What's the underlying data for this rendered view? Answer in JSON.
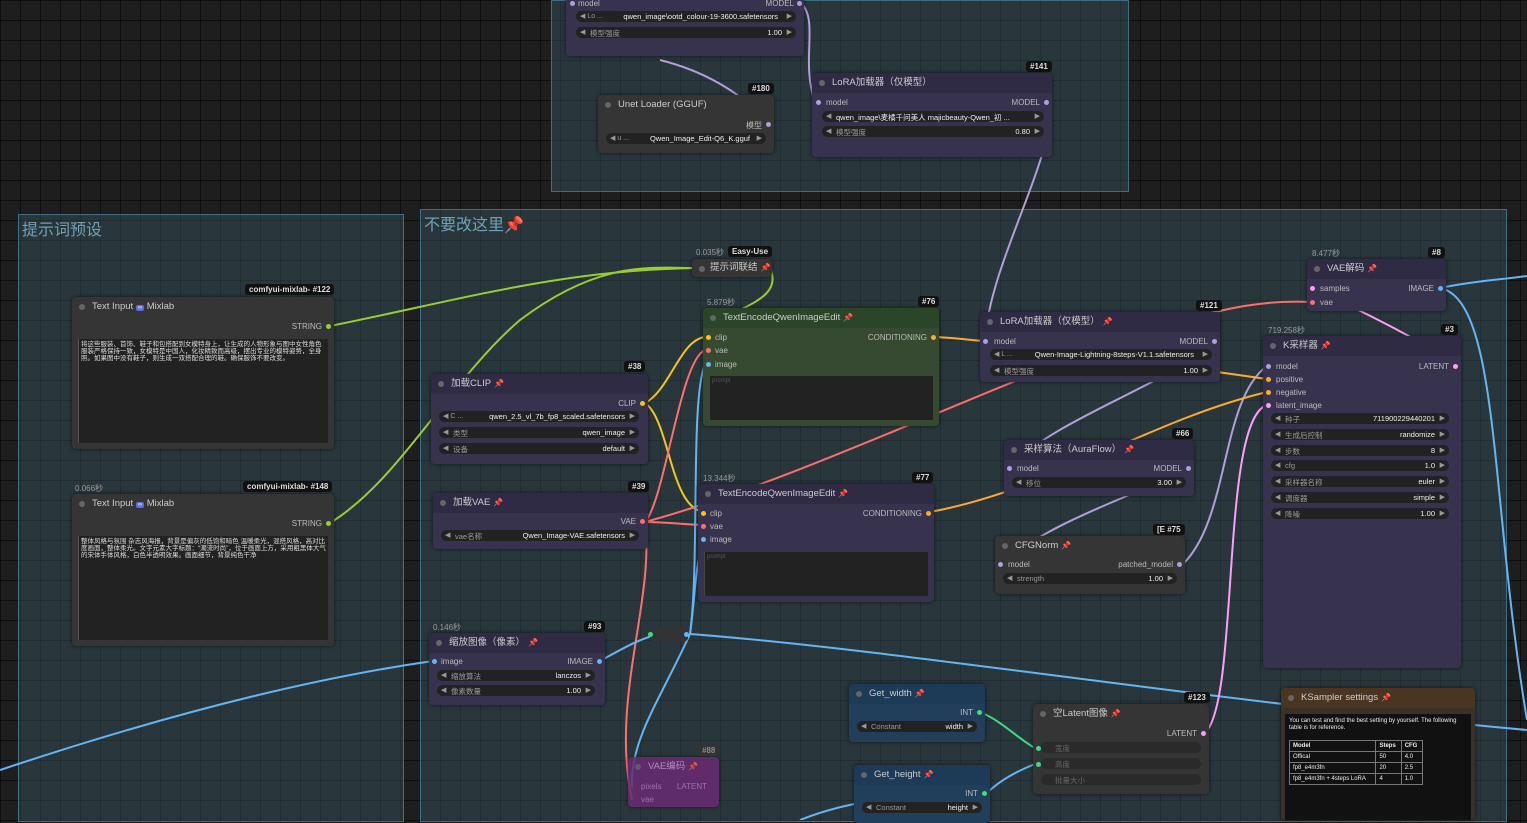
{
  "groups": {
    "prompt_presets": "提示词预设",
    "do_not_edit": "不要改这里📌"
  },
  "nodes": {
    "top": {
      "model_label": "model",
      "model_out": "MODEL",
      "lora_prefix": "◀ Lo ...",
      "lora_name": "qwen_image\\ootd_colour-19-3600.safetensors",
      "strength_label": "模型强度",
      "strength_value": "1.00"
    },
    "n180": {
      "id": "#180",
      "title": "Unet Loader (GGUF)",
      "out": "模型",
      "prefix": "◀ u ...",
      "value": "Qwen_Image_Edit-Q6_K.gguf"
    },
    "n141": {
      "id": "#141",
      "title": "LoRA加载器（仅模型）",
      "in": "model",
      "out": "MODEL",
      "lora": "qwen_image\\麦橘千问美人 majicbeauty-Qwen_初 ...",
      "strength_label": "模型强度",
      "strength_value": "0.80"
    },
    "n122": {
      "id": "#122",
      "tag": "comfyui-mixlab-",
      "title": "Text Input",
      "suffix": "Mixlab",
      "out": "STRING",
      "text": "将这些服装、首饰、鞋子和包搭配到女模特身上，让生成的人物形象与图中女性角色服装严格保持一致，女模特是中国人，化妆精致而高级，摆出专业的模特姿势，全身照。如果图中没有鞋子，则生成一双搭配合理的鞋。确保服饰不要改变。"
    },
    "n148": {
      "id": "#148",
      "tag": "comfyui-mixlab-",
      "time": "0.066秒",
      "title": "Text Input",
      "suffix": "Mixlab",
      "out": "STRING",
      "text": "整体风格与氛围 杂志风海报，背景是偏灰的低饱和暗色 温暖柔光，混搭风格，高对比度画面，整体柔光。文字元素大字标题：“潮流时尚”，位于画面上方，采用粗黑体大气的宋体手体风格，白色半透明效果。画面细节，背景纯色干净"
    },
    "n38": {
      "id": "#38",
      "title": "加载CLIP",
      "out": "CLIP",
      "clip_prefix": "◀ C ...",
      "clip_name": "qwen_2.5_vl_7b_fp8_scaled.safetensors",
      "type_label": "类型",
      "type_value": "qwen_image",
      "device_label": "设备",
      "device_value": "default"
    },
    "n39": {
      "id": "#39",
      "title": "加载VAE",
      "out": "VAE",
      "name_label": "vae名称",
      "name_value": "Qwen_Image-VAE.safetensors"
    },
    "n93": {
      "id": "#93",
      "time": "0.146秒",
      "title": "缩放图像（像素）",
      "in": "image",
      "out": "IMAGE",
      "method_label": "缩放算法",
      "method_value": "lanczos",
      "mp_label": "像素数量",
      "mp_value": "1.00"
    },
    "concat": {
      "time": "0.035秒",
      "tag": "Easy-Use",
      "title": "提示词联结"
    },
    "n76": {
      "id": "#76",
      "time": "5.879秒",
      "title": "TextEncodeQwenImageEdit",
      "in_clip": "clip",
      "in_vae": "vae",
      "in_image": "image",
      "out": "CONDITIONING",
      "prompt_ph": "prompt"
    },
    "n77": {
      "id": "#77",
      "time": "13.344秒",
      "title": "TextEncodeQwenImageEdit",
      "in_clip": "clip",
      "in_vae": "vae",
      "in_image": "image",
      "out": "CONDITIONING",
      "prompt_ph": "prompt"
    },
    "n121": {
      "id": "#121",
      "title": "LoRA加载器（仅模型）",
      "in": "model",
      "out": "MODEL",
      "lora_prefix": "◀ L ...",
      "lora": "Qwen-Image-Lightning-8steps-V1.1.safetensors",
      "strength_label": "模型强度",
      "strength_value": "1.00"
    },
    "n66": {
      "id": "#66",
      "title": "采样算法（AuraFlow）",
      "in": "model",
      "out": "MODEL",
      "shift_label": "移位",
      "shift_value": "3.00"
    },
    "n75": {
      "id": "#75",
      "title": "CFGNorm",
      "in": "model",
      "out": "patched_model",
      "str_label": "strength",
      "str_value": "1.00",
      "badge_prefix": "[E"
    },
    "n8": {
      "id": "#8",
      "time": "8.477秒",
      "title": "VAE解码",
      "in_samples": "samples",
      "in_vae": "vae",
      "out": "IMAGE"
    },
    "n3": {
      "id": "#3",
      "time": "719.258秒",
      "title": "K采样器",
      "in_model": "model",
      "in_pos": "positive",
      "in_neg": "negative",
      "in_lat": "latent_image",
      "out": "LATENT",
      "widgets": [
        {
          "label": "种子",
          "value": "711900229440201"
        },
        {
          "label": "生成后控制",
          "value": "randomize"
        },
        {
          "label": "步数",
          "value": "8"
        },
        {
          "label": "cfg",
          "value": "1.0"
        },
        {
          "label": "采样器名称",
          "value": "euler"
        },
        {
          "label": "调度器",
          "value": "simple"
        },
        {
          "label": "降噪",
          "value": "1.00"
        }
      ]
    },
    "getw": {
      "title": "Get_width",
      "out": "INT",
      "label": "Constant",
      "value": "width"
    },
    "geth": {
      "title": "Get_height",
      "out": "INT",
      "label": "Constant",
      "value": "height"
    },
    "n123": {
      "id": "#123",
      "title": "空Latent图像",
      "out": "LATENT",
      "w": "宽度",
      "h": "高度",
      "b": "批量大小"
    },
    "n88": {
      "id": "#88",
      "title": "VAE编码",
      "in_pixels": "pixels",
      "in_vae": "vae",
      "out": "LATENT"
    },
    "kss": {
      "title": "KSampler settings",
      "note": "You can test and find the best setting by yourself. The following table is for reference.",
      "headers": [
        "Model",
        "Steps",
        "CFG"
      ],
      "rows": [
        [
          "Offical",
          "50",
          "4.0"
        ],
        [
          "fp8_e4m3fn",
          "20",
          "2.5"
        ],
        [
          "fp8_e4m3fn + 4steps LoRA",
          "4",
          "1.0"
        ]
      ]
    }
  },
  "colors": {
    "clip": "#f5c518",
    "vae": "#ff6e6e",
    "image": "#64b5f6",
    "model": "#b39ddb",
    "conditioning": "#ffa931",
    "latent": "#ff9cf9",
    "string": "#9acd32",
    "int": "#3ddc84"
  }
}
